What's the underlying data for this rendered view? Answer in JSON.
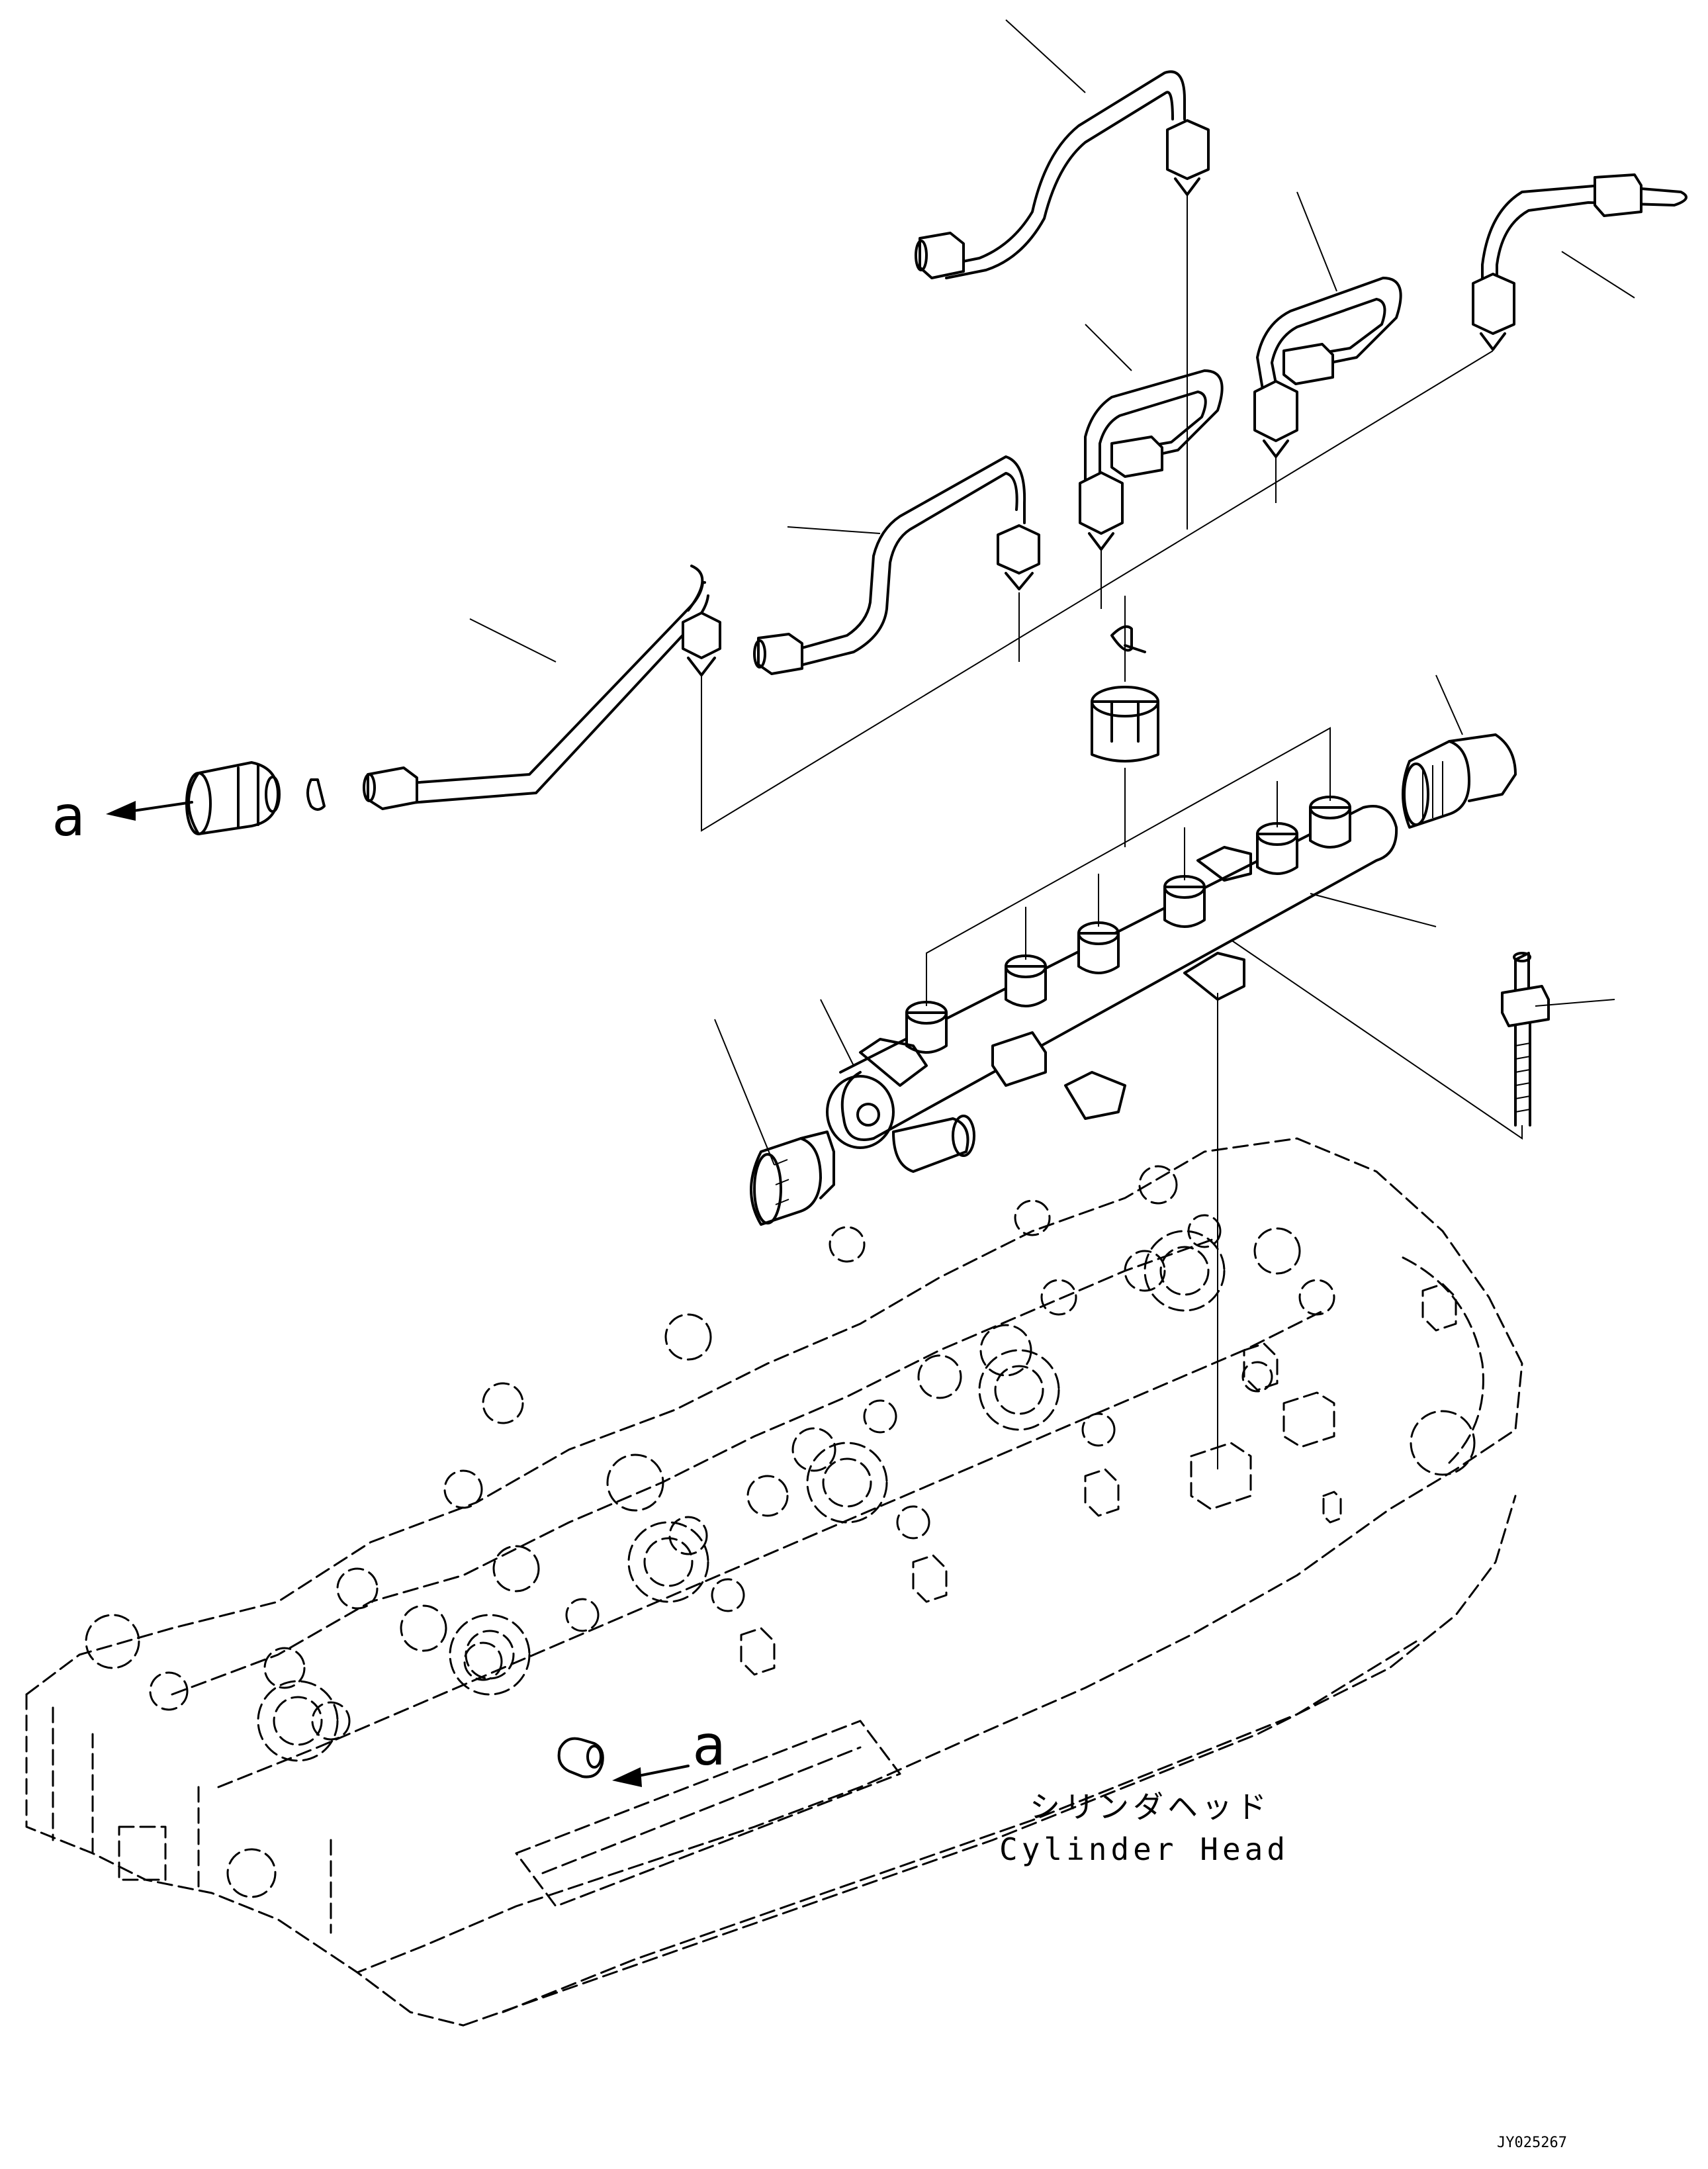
{
  "labels": {
    "marker_a_top": "a",
    "marker_a_bottom": "a",
    "caption_jp": "シリンダヘッド",
    "caption_en": "Cylinder Head",
    "drawing_id": "JY025267"
  }
}
